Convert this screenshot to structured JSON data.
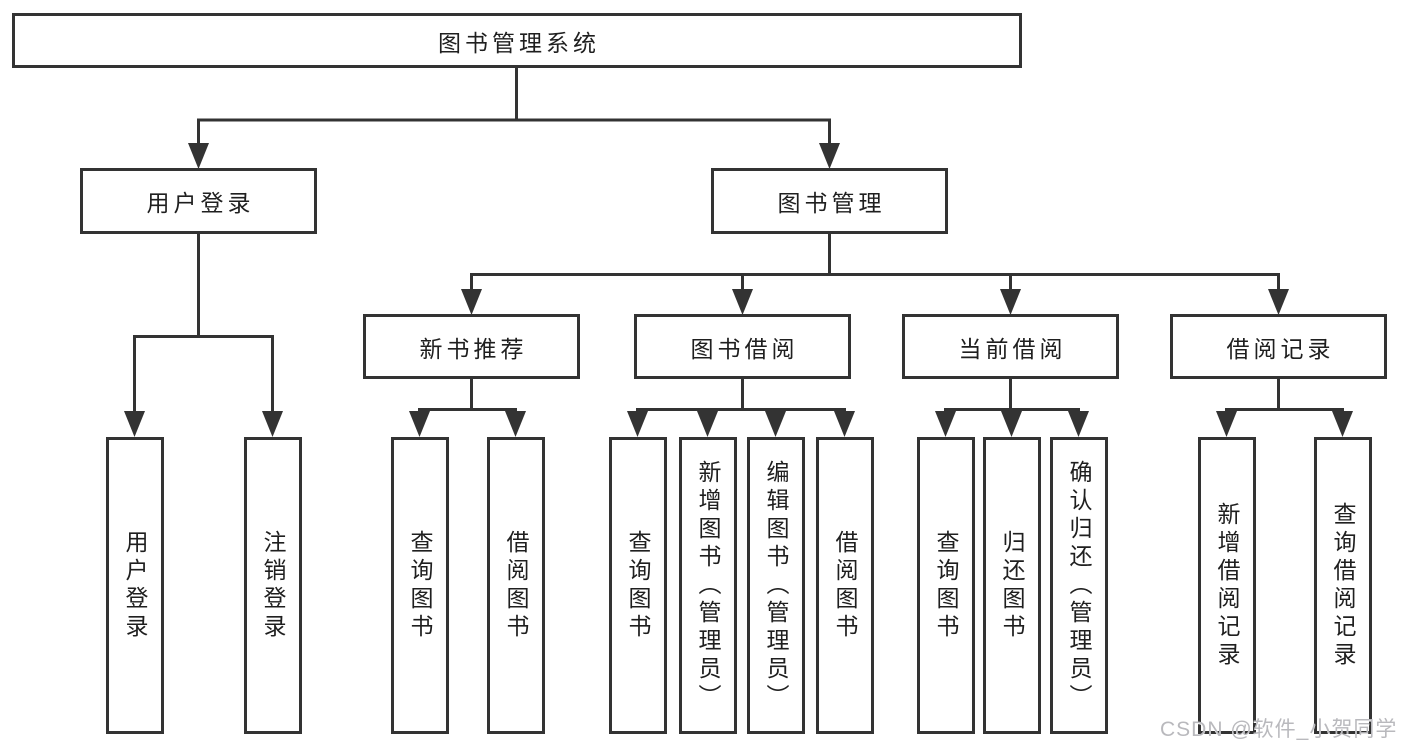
{
  "diagram": {
    "title": "图书管理系统",
    "root": {
      "label": "图书管理系统"
    },
    "branches": [
      {
        "label": "用户登录",
        "children": [
          {
            "label": "用户登录"
          },
          {
            "label": "注销登录"
          }
        ]
      },
      {
        "label": "图书管理",
        "children": [
          {
            "label": "新书推荐",
            "children": [
              {
                "label": "查询图书"
              },
              {
                "label": "借阅图书"
              }
            ]
          },
          {
            "label": "图书借阅",
            "children": [
              {
                "label": "查询图书"
              },
              {
                "label": "新增图书（管理员）"
              },
              {
                "label": "编辑图书（管理员）"
              },
              {
                "label": "借阅图书"
              }
            ]
          },
          {
            "label": "当前借阅",
            "children": [
              {
                "label": "查询图书"
              },
              {
                "label": "归还图书"
              },
              {
                "label": "确认归还（管理员）"
              }
            ]
          },
          {
            "label": "借阅记录",
            "children": [
              {
                "label": "新增借阅记录"
              },
              {
                "label": "查询借阅记录"
              }
            ]
          }
        ]
      }
    ]
  },
  "watermark": {
    "text": "CSDN @软件_小贺同学"
  },
  "colors": {
    "line": "#333333",
    "box_border": "#333333",
    "text": "#1f1f1f",
    "watermark": "#b9b9bd",
    "background": "#ffffff"
  }
}
